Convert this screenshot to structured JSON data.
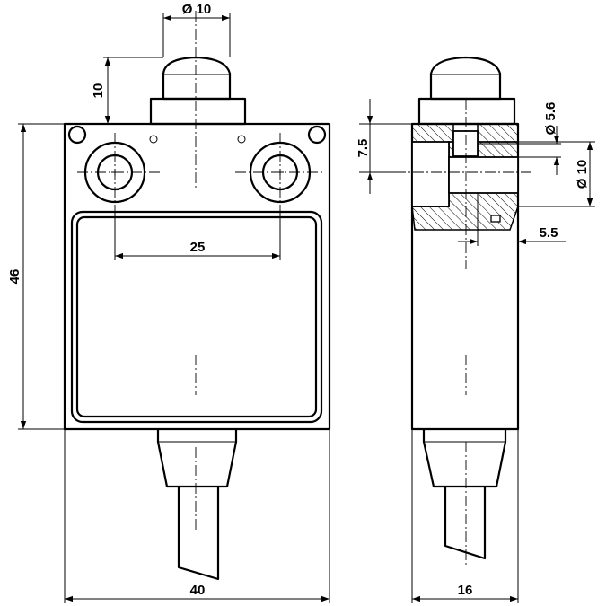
{
  "drawing": {
    "front_view": {
      "plunger_diameter": "Ø 10",
      "plunger_height": "10",
      "hole_spacing": "25",
      "body_height": "46",
      "body_width": "40"
    },
    "side_view": {
      "top_offset": "7.5",
      "bore_diameter": "Ø 5.6",
      "counterbore_diameter": "Ø 10",
      "depth": "5.5",
      "body_depth": "16"
    }
  }
}
